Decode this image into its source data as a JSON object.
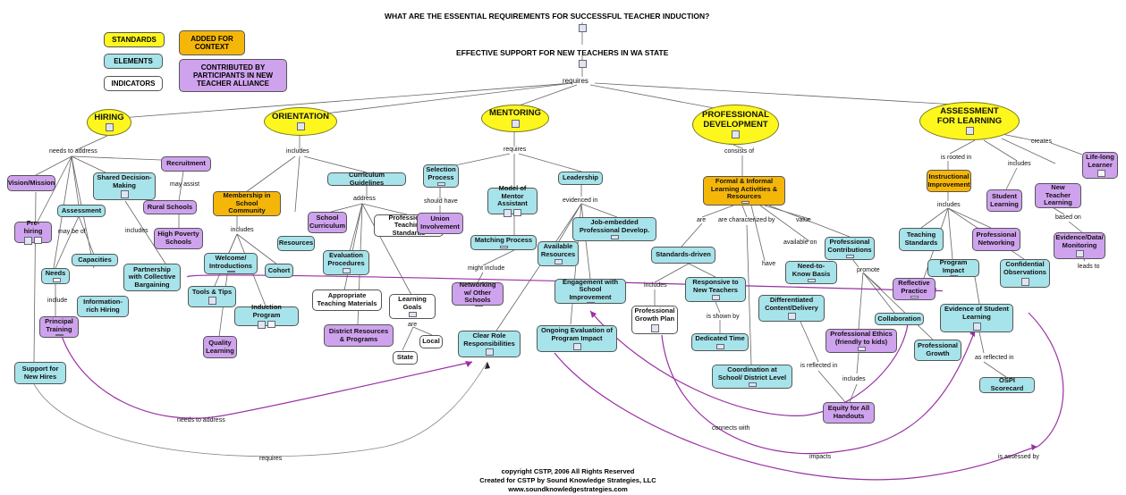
{
  "header": {
    "question": "WHAT ARE THE ESSENTIAL REQUIREMENTS FOR SUCCESSFUL TEACHER INDUCTION?",
    "subtitle": "EFFECTIVE SUPPORT FOR NEW TEACHERS IN WA STATE"
  },
  "legend": {
    "standards": "STANDARDS",
    "added": "ADDED FOR CONTEXT",
    "elements": "ELEMENTS",
    "contributed": "CONTRIBUTED BY PARTICIPANTS IN NEW TEACHER ALLIANCE",
    "indicators": "INDICATORS"
  },
  "nodes": {
    "hiring": "HIRING",
    "orientation": "ORIENTATION",
    "mentoring": "MENTORING",
    "prof_dev": "PROFESSIONAL DEVELOPMENT",
    "assessment_learning": "ASSESSMENT FOR LEARNING",
    "vision": "Vision/Mission",
    "shared": "Shared Decision-Making",
    "recruitment": "Recruitment",
    "rural": "Rural Schools",
    "highpov": "High Poverty Schools",
    "prehiring": "Pre-hiring",
    "assessment": "Assessment",
    "capacities": "Capacities",
    "needs": "Needs",
    "partnership": "Partnership with Collective Bargaining",
    "inforich": "Information-rich Hiring",
    "principal": "Principal Training",
    "support": "Support for New Hires",
    "membership": "Membership in School Community",
    "curriculum": "Curriculum Guidelines",
    "schoolcurr": "School Curriculum",
    "resources_o": "Resources",
    "welcome": "Welcome/ Introductions",
    "cohort": "Cohort",
    "tools": "Tools & Tips",
    "induction": "Induction Program",
    "quality": "Quality Learning",
    "evaluation": "Evaluation Procedures",
    "profstd": "Professional Teaching Standards",
    "approp": "Appropriate Teaching Materials",
    "learning_goals": "Learning Goals",
    "local": "Local",
    "state": "State",
    "district": "District Resources & Programs",
    "selection": "Selection Process",
    "union": "Union Involvement",
    "model": "Model of Mentor Assistant",
    "leadership": "Leadership",
    "matching": "Matching Process",
    "jobemb": "Job-embedded Professional Develop.",
    "available": "Available Resources",
    "networking": "Networking w/ Other Schools",
    "engagement": "Engagement with School Improvement",
    "clear": "Clear Role Responsibilities",
    "ongoing": "Ongoing Evaluation of Program Impact",
    "formal": "Formal & Informal Learning Activities & Resources",
    "standards_driven": "Standards-driven",
    "responsive": "Responsive to New Teachers",
    "dedicated": "Dedicated Time",
    "coordination": "Coordination at School/ District Level",
    "profgrowthplan": "Professional Growth Plan",
    "need_to_know": "Need-to-Know Basis",
    "differentiated": "Differentiated Content/Delivery",
    "prof_contrib": "Professional Contributions",
    "prof_ethics": "Professional Ethics (friendly to kids)",
    "equity": "Equity for All Handouts",
    "collaboration": "Collaboration",
    "prof_growth": "Professional Growth",
    "instructional": "Instructional Improvement",
    "lifelong": "Life-long Learner",
    "student_learning": "Student Learning",
    "ntl": "New Teacher Learning",
    "teaching_std": "Teaching Standards",
    "prof_net": "Professional Networking",
    "evidence_dm": "Evidence/Data/ Monitoring",
    "confidential": "Confidential Observations",
    "program_impact": "Program Impact",
    "reflective": "Reflective Practice",
    "evidence_sl": "Evidence of Student Learning",
    "ospi": "OSPI Scorecard"
  },
  "links": {
    "requires": "requires",
    "needs_to_address": "needs to address",
    "may_be_of": "may be of",
    "include": "include",
    "may_assist": "may assist",
    "includes": "includes",
    "address": "address",
    "are": "are",
    "requires2": "requires",
    "should_have": "should have",
    "evidenced_in": "evidenced in",
    "might_include": "might include",
    "consists_of": "consists of",
    "are2": "are",
    "are_characterized_by": "are characterized by",
    "value": "value",
    "available_on": "available on",
    "includes2": "includes",
    "is_shown_by": "is shown by",
    "have": "have",
    "promote": "promote",
    "is_reflected_in": "is reflected in",
    "includes3": "includes",
    "is_rooted_in": "is rooted in",
    "includes4": "includes",
    "creates": "creates",
    "includes5": "includes",
    "based_on": "based on",
    "leads_to": "leads to",
    "as_reflected_in": "as reflected in",
    "needs_to_address2": "needs to address",
    "requires3": "requires",
    "connects_with": "connects with",
    "impacts": "impacts",
    "is_assessed_by": "is assessed by",
    "includes6": "includes",
    "includes7": "includes"
  },
  "footer": {
    "copyright": "copyright CSTP, 2006 All Rights Reserved",
    "created": "Created for CSTP by Sound Knowledge Strategies, LLC",
    "url": "www.soundknowledgestrategies.com"
  },
  "colors": {
    "standards": "#fdf71e",
    "added": "#f5b60a",
    "elements": "#a7e3ea",
    "contributed": "#cfa2ee",
    "indicators": "#ffffff",
    "cross_link": "#9b2fa5"
  }
}
